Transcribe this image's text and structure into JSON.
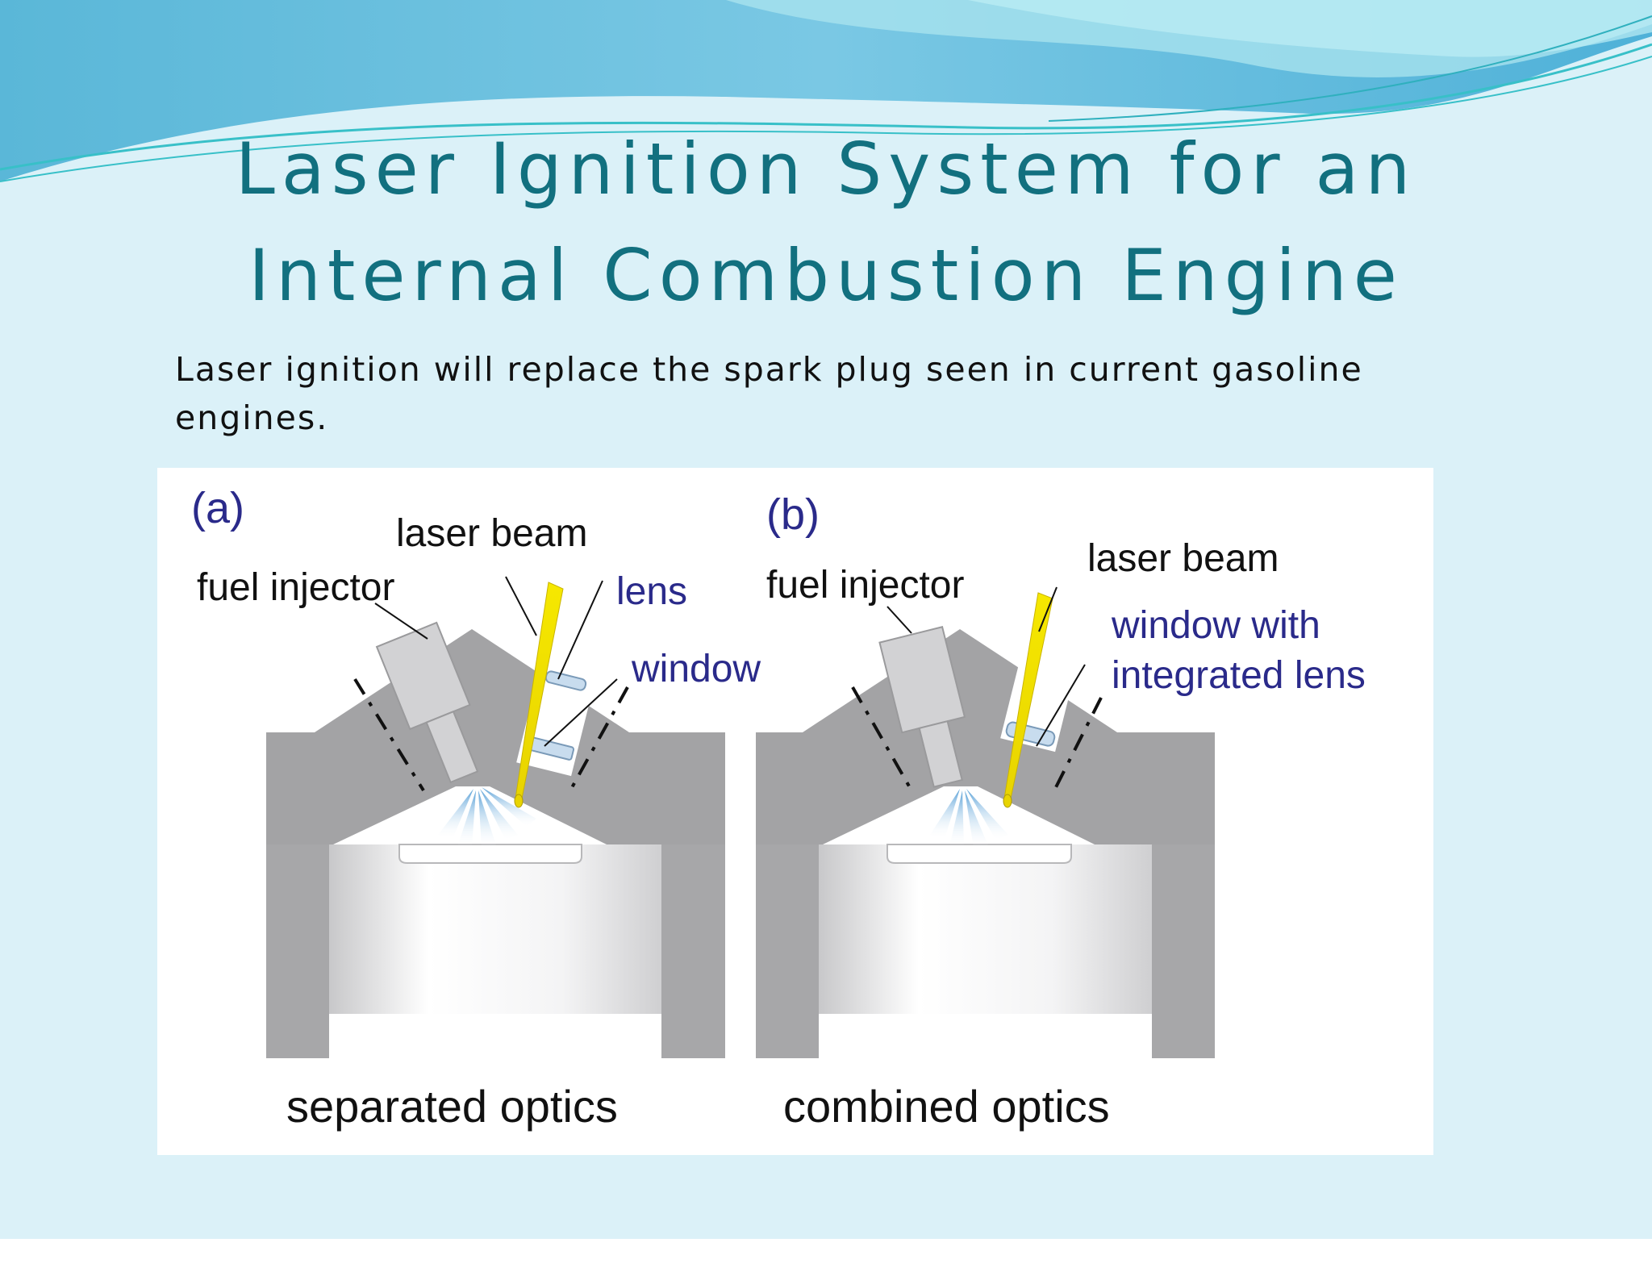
{
  "slide": {
    "title_line_1": "Laser Ignition System for an",
    "title_line_2": "Internal Combustion Engine",
    "subtitle": "Laser ignition will replace the spark plug seen in current gasoline engines."
  },
  "figure": {
    "panel_a": {
      "tag": "(a)",
      "fuel_injector": "fuel injector",
      "laser_beam": "laser beam",
      "lens": "lens",
      "window": "window",
      "caption": "separated optics"
    },
    "panel_b": {
      "tag": "(b)",
      "fuel_injector": "fuel injector",
      "laser_beam": "laser beam",
      "window_line_1": "window with",
      "window_line_2": "integrated lens",
      "caption": "combined optics"
    }
  },
  "colors": {
    "title": "#12707f",
    "label_blue": "#2a2a8a",
    "engine_gray": "#a3a3a5",
    "beam_yellow": "#f3e300",
    "background": "#dbf1f8"
  }
}
